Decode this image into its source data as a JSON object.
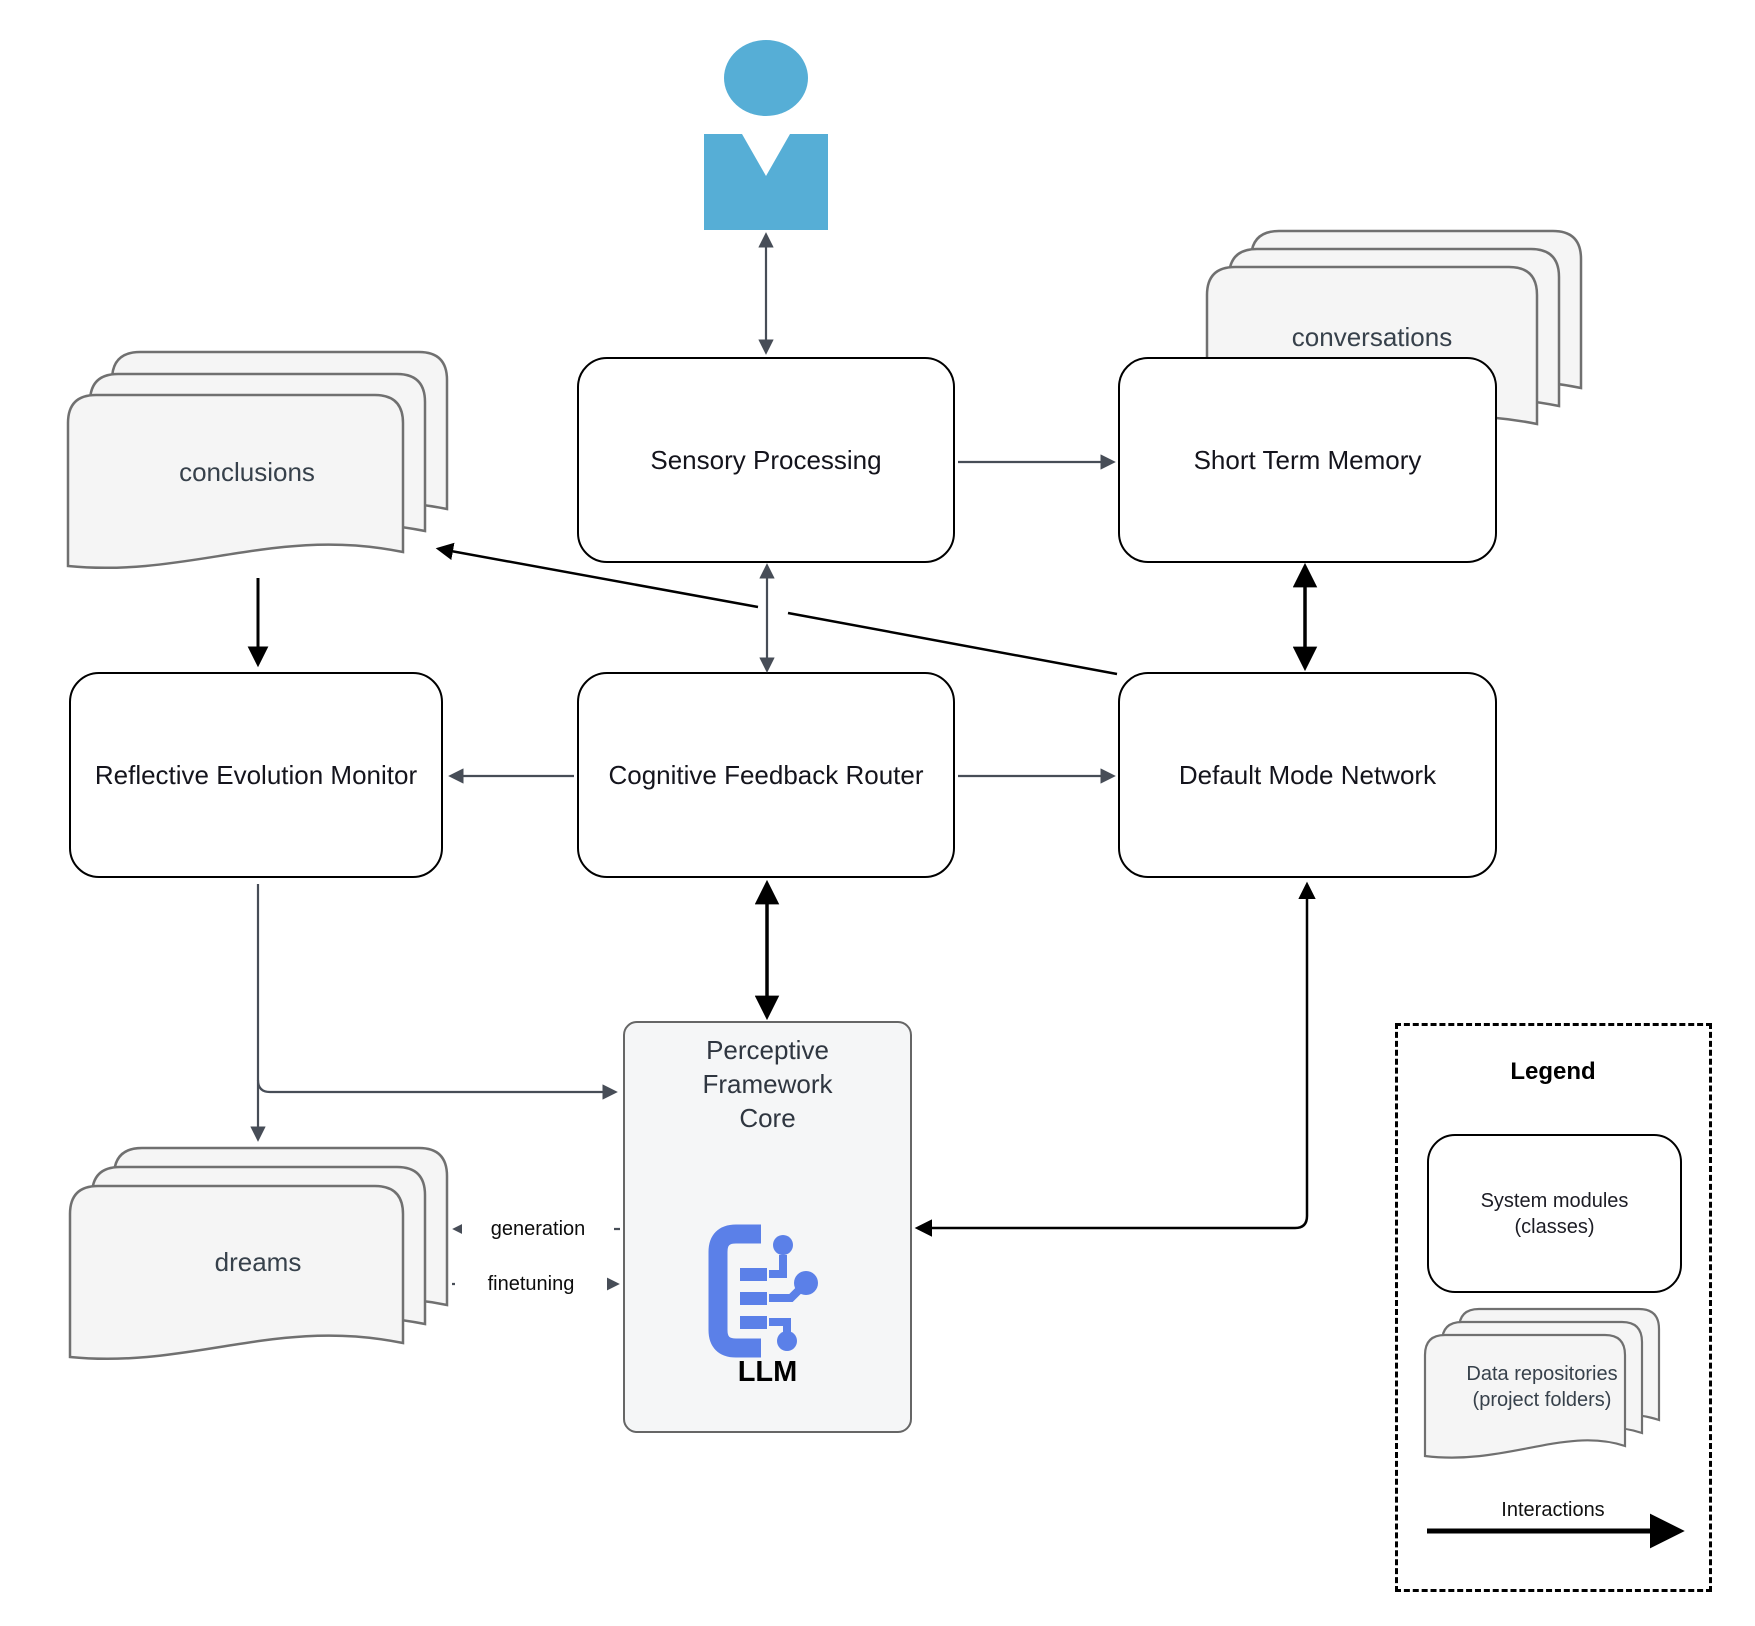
{
  "nodes": {
    "sensory": {
      "label": "Sensory Processing"
    },
    "stm": {
      "label": "Short Term Memory"
    },
    "rem": {
      "label": "Reflective Evolution Monitor"
    },
    "cfr": {
      "label": "Cognitive Feedback Router"
    },
    "dmn": {
      "label": "Default Mode Network"
    },
    "pfc": {
      "label": "Perceptive Framework Core",
      "engine_label": "LLM"
    }
  },
  "repositories": {
    "conclusions": {
      "label": "conclusions"
    },
    "conversations": {
      "label": "conversations"
    },
    "dreams": {
      "label": "dreams"
    }
  },
  "edges": {
    "generation_label": "generation",
    "finetuning_label": "finetuning"
  },
  "legend": {
    "title": "Legend",
    "module_item": "System modules (classes)",
    "repo_item": "Data repositories (project folders)",
    "interaction_item": "Interactions"
  },
  "icons": {
    "user": "user-silhouette",
    "llm": "llm-circuit-board"
  },
  "colors": {
    "user_icon_blue": "#56aed6",
    "llm_icon_blue": "#5b80e8",
    "repo_fill": "#f5f5f5",
    "repo_border": "#707070",
    "module_fill": "#ffffff",
    "module_border": "#000000",
    "pfc_fill": "#f5f6f7",
    "arrow_gray": "#474d57",
    "arrow_black": "#000000"
  }
}
